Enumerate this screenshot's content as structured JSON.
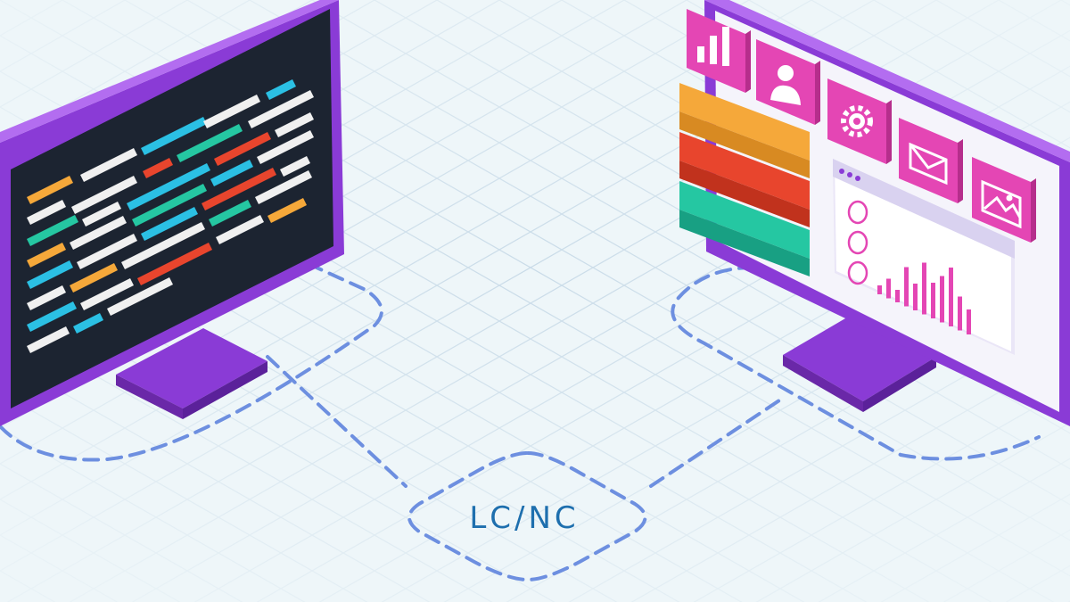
{
  "caption": "LC/NC",
  "colors": {
    "background": "#eef6f9",
    "grid": "#c9dbe8",
    "frame_purple": "#8a3bd6",
    "frame_light": "#b36df0",
    "code_screen": "#1c2431",
    "connector": "#6d8fe0",
    "caption_text": "#1e6fae",
    "tile_magenta": "#e446b4",
    "bar_orange": "#f5a83a",
    "bar_red": "#e8452d",
    "bar_teal": "#25c7a2"
  },
  "left_monitor": {
    "name": "code-editor-monitor",
    "content": "source-code-lines",
    "code_line_colors": [
      "#f0f0f0",
      "#f5a83a",
      "#2bc0e4",
      "#25c7a2",
      "#e8452d"
    ]
  },
  "right_monitor": {
    "name": "visual-builder-monitor",
    "icon_tiles": [
      "bar-chart-icon",
      "user-icon",
      "gear-icon",
      "envelope-icon",
      "image-icon"
    ],
    "color_blocks": [
      "orange-block",
      "red-block",
      "teal-block"
    ],
    "dashboard_panel": {
      "radio_circle_count": 3,
      "chart": "pink-bar-chart"
    }
  }
}
